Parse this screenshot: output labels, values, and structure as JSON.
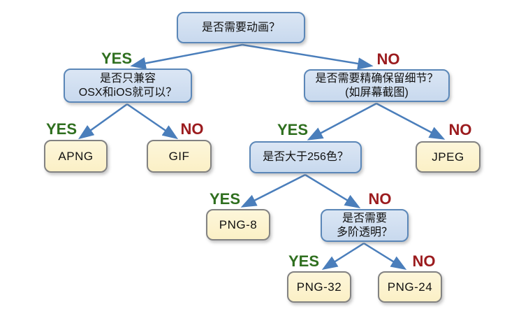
{
  "diagram": {
    "type": "decision-flowchart",
    "edge_labels": {
      "yes": "YES",
      "no": "NO"
    },
    "colors": {
      "question_fill": "#cfdff2",
      "question_border": "#5b87b8",
      "leaf_fill": "#fcf3d0",
      "leaf_border": "#828282",
      "arrow": "#4a7ebb",
      "yes_label": "#2f6f1f",
      "no_label": "#9b1b1e",
      "text": "#111111",
      "background": "#ffffff"
    },
    "nodes": {
      "animation": {
        "line1": "是否需要动画？"
      },
      "osx": {
        "line1": "是否只兼容",
        "line2": "OSX和iOS就可以？"
      },
      "detail": {
        "line1": "是否需要精确保留细节？",
        "line2": "(如屏幕截图)"
      },
      "colors256": {
        "line1": "是否大于256色？"
      },
      "transparency": {
        "line1": "是否需要",
        "line2": "多阶透明？"
      },
      "apng": {
        "label": "APNG"
      },
      "gif": {
        "label": "GIF"
      },
      "jpeg": {
        "label": "JPEG"
      },
      "png8": {
        "label": "PNG-8"
      },
      "png32": {
        "label": "PNG-32"
      },
      "png24": {
        "label": "PNG-24"
      }
    },
    "edges": [
      {
        "from": "animation",
        "to": "osx",
        "answer": "YES"
      },
      {
        "from": "animation",
        "to": "detail",
        "answer": "NO"
      },
      {
        "from": "osx",
        "to": "apng",
        "answer": "YES"
      },
      {
        "from": "osx",
        "to": "gif",
        "answer": "NO"
      },
      {
        "from": "detail",
        "to": "colors256",
        "answer": "YES"
      },
      {
        "from": "detail",
        "to": "jpeg",
        "answer": "NO"
      },
      {
        "from": "colors256",
        "to": "png8",
        "answer": "YES"
      },
      {
        "from": "colors256",
        "to": "transparency",
        "answer": "NO"
      },
      {
        "from": "transparency",
        "to": "png32",
        "answer": "YES"
      },
      {
        "from": "transparency",
        "to": "png24",
        "answer": "NO"
      }
    ]
  }
}
